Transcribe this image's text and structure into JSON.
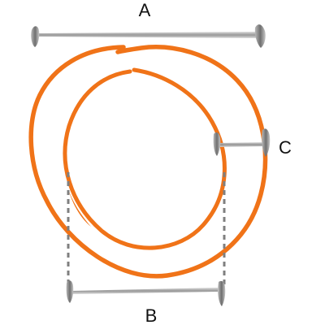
{
  "diagram": {
    "labels": {
      "a": "A",
      "b": "B",
      "c": "C"
    },
    "colors": {
      "ring": "#f07318",
      "dimension": "#8a8a8a",
      "dashed": "#7f7f7f",
      "text": "#111111"
    },
    "elements": [
      "outer-ring",
      "inner-ring",
      "dimension-a",
      "dimension-b",
      "dimension-c",
      "dashed-guides"
    ]
  }
}
